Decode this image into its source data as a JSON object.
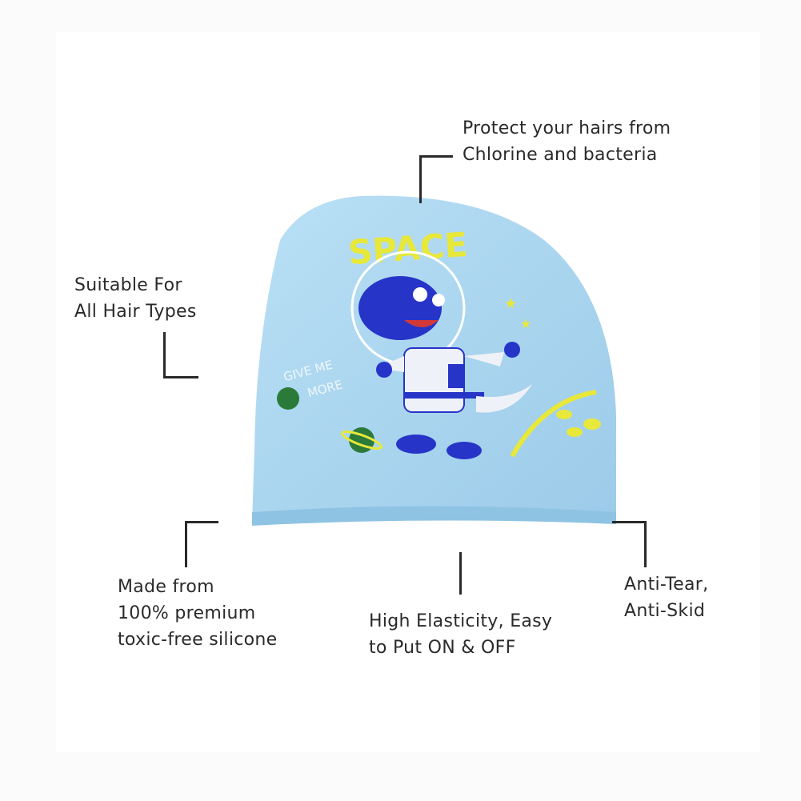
{
  "features": {
    "protect": {
      "line1": "Protect your hairs from",
      "line2": "Chlorine and bacteria"
    },
    "hair_types": {
      "line1": "Suitable For",
      "line2": "All Hair Types"
    },
    "material": {
      "line1": "Made from",
      "line2": "100% premium",
      "line3": "toxic-free silicone"
    },
    "elasticity": {
      "line1": "High Elasticity, Easy",
      "line2": "to Put ON & OFF"
    },
    "anti_tear": {
      "line1": "Anti-Tear,",
      "line2": "Anti-Skid"
    }
  },
  "cap_artwork": {
    "title": "SPACE",
    "slogan": "GIVE ME MORE",
    "color": "#a8d4ef"
  }
}
